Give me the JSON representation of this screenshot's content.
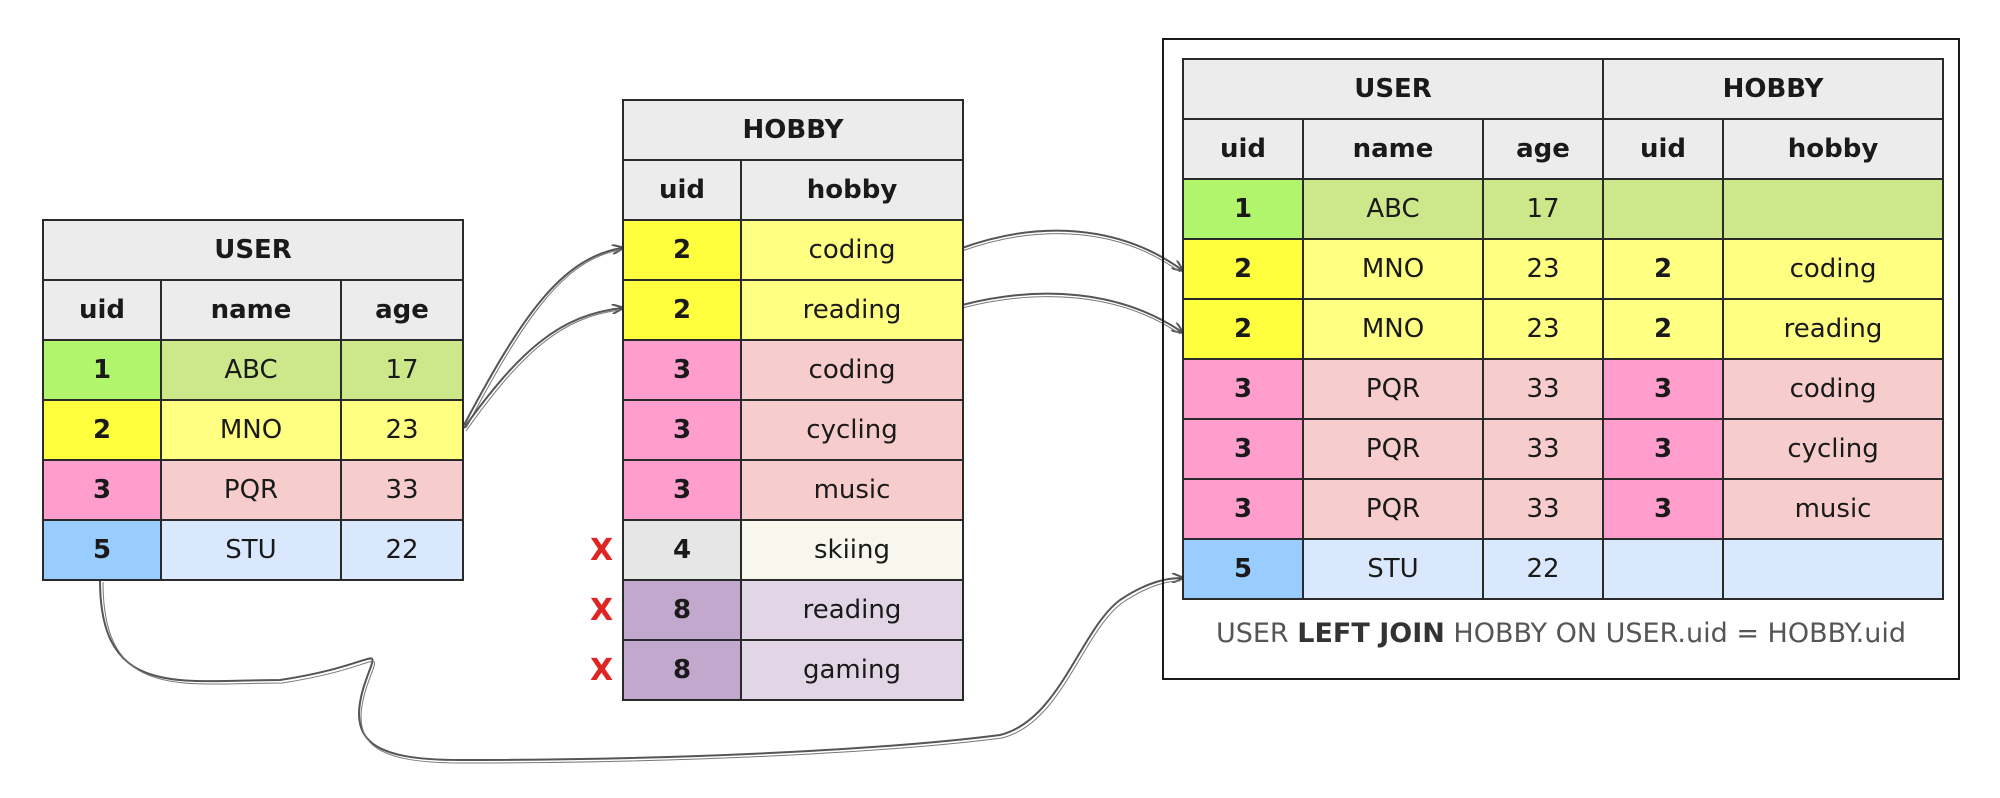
{
  "user_table": {
    "title": "USER",
    "headers": [
      "uid",
      "name",
      "age"
    ],
    "rows": [
      {
        "uid": "1",
        "name": "ABC",
        "age": "17",
        "color": "#b1f56c",
        "color_light": "#cce88a"
      },
      {
        "uid": "2",
        "name": "MNO",
        "age": "23",
        "color": "#ffff3d",
        "color_light": "#ffff82"
      },
      {
        "uid": "3",
        "name": "PQR",
        "age": "33",
        "color": "#ff9dcc",
        "color_light": "#f7cccc"
      },
      {
        "uid": "5",
        "name": "STU",
        "age": "22",
        "color": "#99ccff",
        "color_light": "#d9e8fd"
      }
    ]
  },
  "hobby_table": {
    "title": "HOBBY",
    "headers": [
      "uid",
      "hobby"
    ],
    "rows": [
      {
        "uid": "2",
        "hobby": "coding",
        "color": "#ffff3d",
        "color_light": "#ffff82",
        "unmatched": false
      },
      {
        "uid": "2",
        "hobby": "reading",
        "color": "#ffff3d",
        "color_light": "#ffff82",
        "unmatched": false
      },
      {
        "uid": "3",
        "hobby": "coding",
        "color": "#ff9dcc",
        "color_light": "#f7cccc",
        "unmatched": false
      },
      {
        "uid": "3",
        "hobby": "cycling",
        "color": "#ff9dcc",
        "color_light": "#f7cccc",
        "unmatched": false
      },
      {
        "uid": "3",
        "hobby": "music",
        "color": "#ff9dcc",
        "color_light": "#f7cccc",
        "unmatched": false
      },
      {
        "uid": "4",
        "hobby": "skiing",
        "color": "#e6e6e6",
        "color_light": "#f8f7ee",
        "unmatched": true
      },
      {
        "uid": "8",
        "hobby": "reading",
        "color": "#c2a8cc",
        "color_light": "#e2d6e6",
        "unmatched": true
      },
      {
        "uid": "8",
        "hobby": "gaming",
        "color": "#c2a8cc",
        "color_light": "#e2d6e6",
        "unmatched": true
      }
    ],
    "unmatched_mark": "X"
  },
  "result_table": {
    "group_user": "USER",
    "group_hobby": "HOBBY",
    "headers": [
      "uid",
      "name",
      "age",
      "uid",
      "hobby"
    ],
    "rows": [
      {
        "uid": "1",
        "name": "ABC",
        "age": "17",
        "h_uid": "",
        "hobby": "",
        "color": "#b1f56c",
        "color_light": "#cce88a"
      },
      {
        "uid": "2",
        "name": "MNO",
        "age": "23",
        "h_uid": "2",
        "hobby": "coding",
        "color": "#ffff3d",
        "color_light": "#ffff82"
      },
      {
        "uid": "2",
        "name": "MNO",
        "age": "23",
        "h_uid": "2",
        "hobby": "reading",
        "color": "#ffff3d",
        "color_light": "#ffff82"
      },
      {
        "uid": "3",
        "name": "PQR",
        "age": "33",
        "h_uid": "3",
        "hobby": "coding",
        "color": "#ff9dcc",
        "color_light": "#f7cccc"
      },
      {
        "uid": "3",
        "name": "PQR",
        "age": "33",
        "h_uid": "3",
        "hobby": "cycling",
        "color": "#ff9dcc",
        "color_light": "#f7cccc"
      },
      {
        "uid": "3",
        "name": "PQR",
        "age": "33",
        "h_uid": "3",
        "hobby": "music",
        "color": "#ff9dcc",
        "color_light": "#f7cccc"
      },
      {
        "uid": "5",
        "name": "STU",
        "age": "22",
        "h_uid": "",
        "hobby": "",
        "color": "#99ccff",
        "color_light": "#d9e8fd"
      }
    ]
  },
  "caption": {
    "pre": "USER ",
    "bold": "LEFT JOIN",
    "post": " HOBBY ON USER.uid = HOBBY.uid"
  },
  "arrow_color": "#555555"
}
